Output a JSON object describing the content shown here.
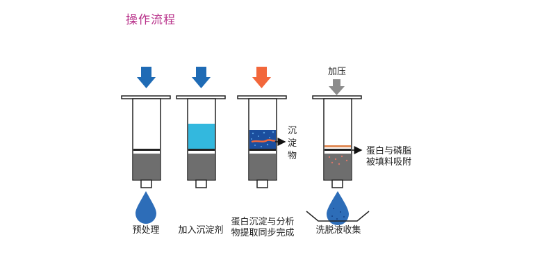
{
  "title": "操作流程",
  "steps": [
    {
      "label": "预处理",
      "arrow": "blue-arrow-icon"
    },
    {
      "label": "加入沉淀剂",
      "arrow": "blue-arrow-icon"
    },
    {
      "label_line1": "蛋白沉淀与分析",
      "label_line2": "物提取同步完成",
      "side_label": "沉淀物",
      "arrow": "orange-arrow-icon"
    },
    {
      "label": "洗脱液收集",
      "top_label": "加压",
      "side_label_line1": "蛋白与磷脂",
      "side_label_line2": "被填料吸附",
      "arrow": "gray-arrow-icon"
    }
  ],
  "colors": {
    "title": "#b8318a",
    "blue_arrow": "#1f6bb5",
    "orange_arrow": "#f2673b",
    "gray_arrow": "#8c8c8c",
    "liquid": "#33b8de",
    "precipitate": "#1b4e9e",
    "packing": "#6e6e6e",
    "drop": "#2d6db8"
  }
}
